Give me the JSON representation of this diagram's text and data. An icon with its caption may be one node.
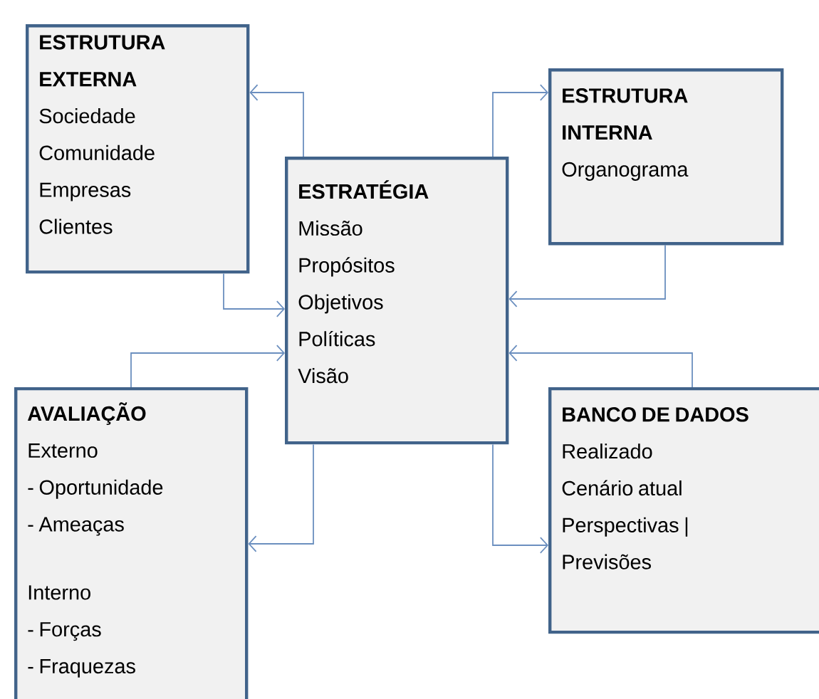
{
  "diagram": {
    "nodes": [
      {
        "text": [
          "ESTRUTURA EXTERNA",
          "Sociedade",
          "Comunidade",
          "Empresas",
          "Clientes"
        ]
      },
      {
        "text": [
          "ESTRATÉGIA",
          "Missão",
          "Propósitos",
          "Objetivos",
          "Políticas",
          "Visão"
        ]
      },
      {
        "text": [
          "ESTRUTURA INTERNA",
          "Organograma"
        ]
      },
      {
        "text": [
          "AVALIAÇÃO",
          "Externo",
          "- Oportunidade",
          "- Ameaças",
          "Interno",
          "- Forças",
          "- Fraquezas"
        ]
      },
      {
        "text": [
          "BANCO DE DADOS",
          "Realizado",
          "Cenário atual",
          "Perspectivas | Previsões"
        ]
      }
    ],
    "edges": [
      {
        "from": 1,
        "to": 0,
        "arrow": "to"
      },
      {
        "from": 0,
        "to": 1,
        "arrow": "to"
      },
      {
        "from": 3,
        "to": 1,
        "arrow": "to"
      },
      {
        "from": 1,
        "to": 3,
        "arrow": "to"
      },
      {
        "from": 1,
        "to": 2,
        "arrow": "to"
      },
      {
        "from": 2,
        "to": 1,
        "arrow": "to"
      },
      {
        "from": 4,
        "to": 1,
        "arrow": "to"
      },
      {
        "from": 1,
        "to": 4,
        "arrow": "to"
      }
    ]
  }
}
